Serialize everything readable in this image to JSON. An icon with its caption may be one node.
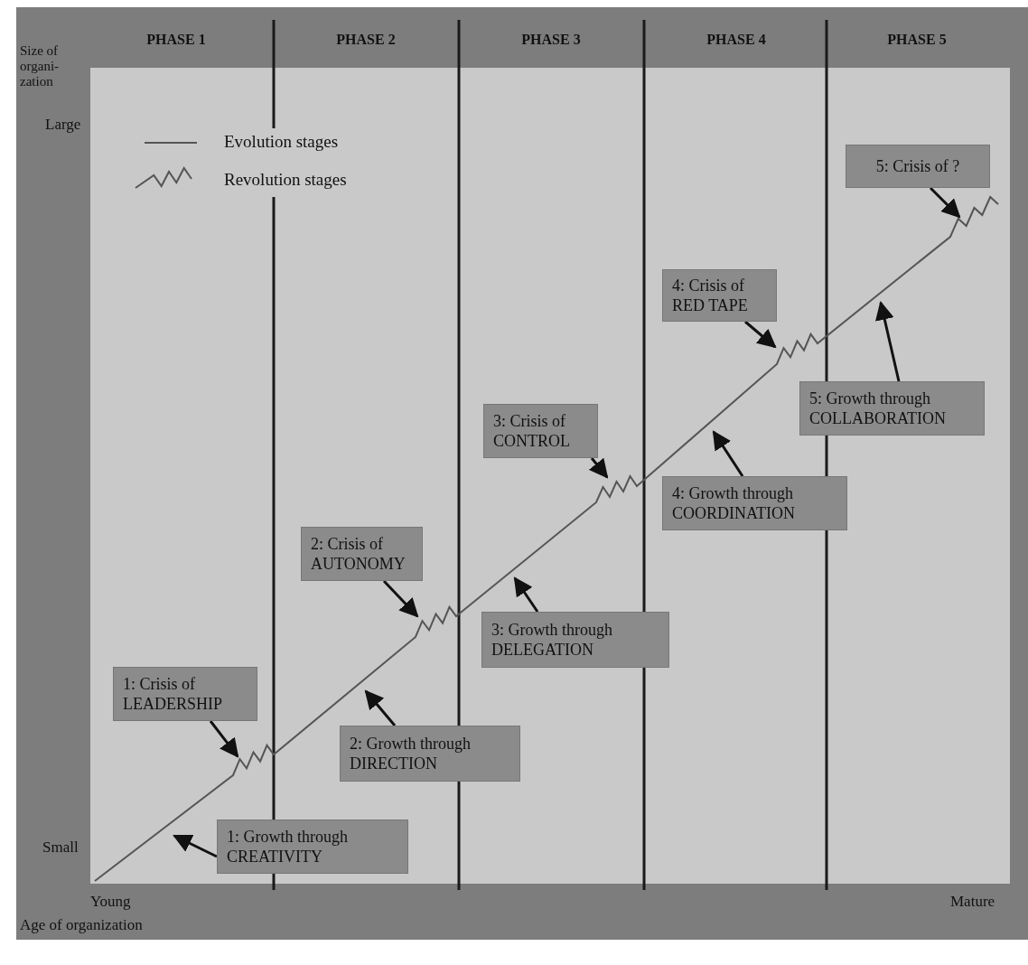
{
  "diagram": {
    "nodes": [
      {
        "text": [
          "5: Crisis of ?"
        ]
      },
      {
        "text": [
          "4: Crisis of RED TAPE"
        ]
      },
      {
        "text": [
          "5: Growth through COLLABORATION"
        ]
      },
      {
        "text": [
          "3: Crisis of CONTROL"
        ]
      },
      {
        "text": [
          "4: Growth through COORDINATION"
        ]
      },
      {
        "text": [
          "2: Crisis of AUTONOMY"
        ]
      },
      {
        "text": [
          "3: Growth through DELEGATION"
        ]
      },
      {
        "text": [
          "1: Crisis of LEADERSHIP"
        ]
      },
      {
        "text": [
          "2: Growth through DIRECTION"
        ]
      },
      {
        "text": [
          "1: Growth through CREATIVITY"
        ]
      }
    ],
    "edges": [
      {
        "from": 0,
        "to": null,
        "arrow": "to"
      },
      {
        "from": 1,
        "to": null,
        "arrow": "to"
      },
      {
        "from": 2,
        "to": null,
        "arrow": "to"
      },
      {
        "from": 3,
        "to": null,
        "arrow": "to"
      },
      {
        "from": 4,
        "to": null,
        "arrow": "to"
      },
      {
        "from": 5,
        "to": null,
        "arrow": "to"
      },
      {
        "from": 6,
        "to": null,
        "arrow": "to"
      },
      {
        "from": 7,
        "to": null,
        "arrow": "to"
      },
      {
        "from": 8,
        "to": null,
        "arrow": "to"
      },
      {
        "from": 9,
        "to": null,
        "arrow": "to"
      }
    ],
    "labels": [
      "PHASE 1",
      "PHASE 2",
      "PHASE 3",
      "PHASE 4",
      "PHASE 5",
      "Size of organi-zation",
      "Large",
      "Small",
      "Young",
      "Mature",
      "Age of organization"
    ],
    "legend": [
      {
        "text": "Evolution stages"
      },
      {
        "text": "Revolution stages"
      }
    ]
  }
}
